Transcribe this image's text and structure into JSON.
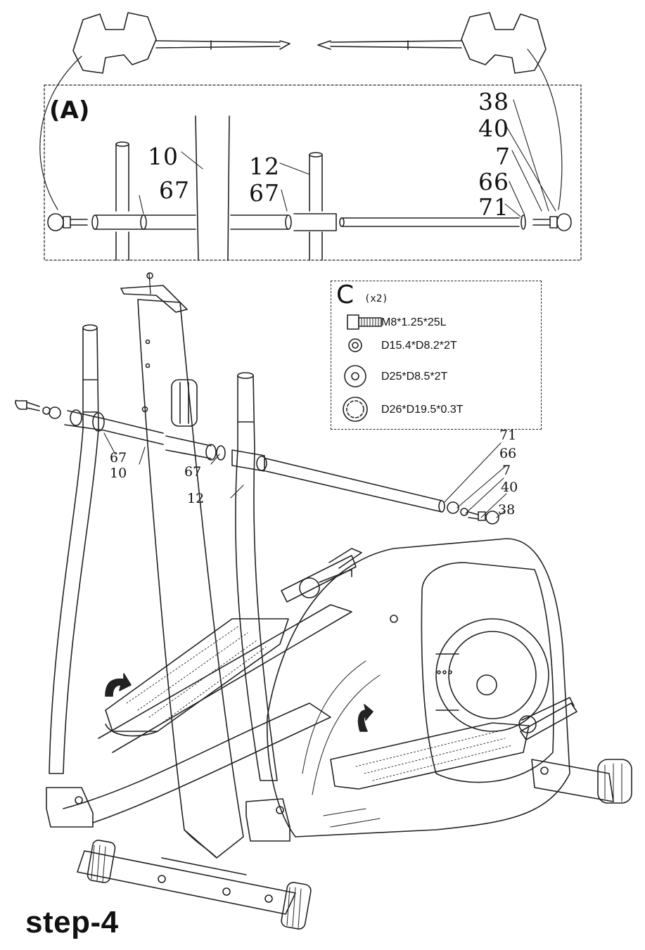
{
  "detail": {
    "title": "(A)",
    "callouts": [
      "38",
      "40",
      "7",
      "10",
      "12",
      "67",
      "67",
      "66",
      "71"
    ]
  },
  "hardware": {
    "code": "C",
    "quantity": "(x2)",
    "items": [
      {
        "spec": "M8*1.25*25L",
        "icon": "bolt-icon"
      },
      {
        "spec": "D15.4*D8.2*2T",
        "icon": "spring-washer-icon"
      },
      {
        "spec": "D25*D8.5*2T",
        "icon": "flat-washer-icon"
      },
      {
        "spec": "D26*D19.5*0.3T",
        "icon": "curved-washer-icon"
      }
    ]
  },
  "main": {
    "callouts": [
      "67",
      "10",
      "67",
      "12",
      "71",
      "66",
      "7",
      "40",
      "38"
    ]
  },
  "step": "step-4"
}
